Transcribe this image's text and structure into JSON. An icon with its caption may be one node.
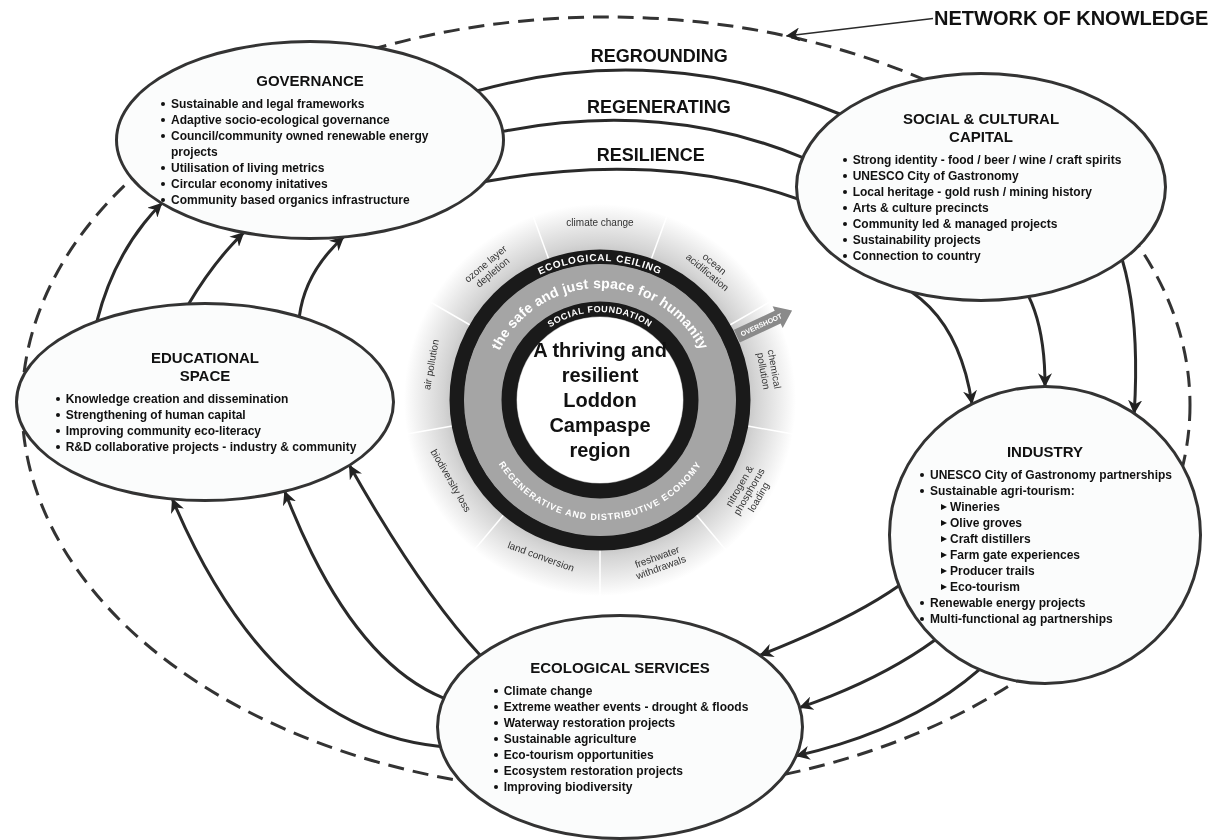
{
  "diagram": {
    "nodes": [
      {
        "text": [
          "GOVERNANCE",
          "Sustainable and legal frameworks",
          "Adaptive socio-ecological governance",
          "Council/community owned renewable energy projects",
          "Utilisation of living metrics",
          "Circular economy initatives",
          "Community based organics infrastructure"
        ]
      },
      {
        "text": [
          "SOCIAL & CULTURAL CAPITAL",
          "Strong identity - food / beer / wine / craft spirits",
          "UNESCO City of Gastronomy",
          "Local heritage - gold rush / mining history",
          "Arts & culture precincts",
          "Community led & managed projects",
          "Sustainability projects",
          "Connection to country"
        ]
      },
      {
        "text": [
          "EDUCATIONAL SPACE",
          "Knowledge creation and dissemination",
          "Strengthening of human capital",
          "Improving community eco-literacy",
          "R&D collaborative projects - industry & community"
        ]
      },
      {
        "text": [
          "INDUSTRY",
          "UNESCO City of Gastronomy partnerships",
          "Sustainable agri-tourism:",
          "Wineries",
          "Olive groves",
          "Craft distillers",
          "Farm gate experiences",
          "Producer trails",
          "Eco-tourism",
          "Renewable energy projects",
          "Multi-functional ag partnerships"
        ]
      },
      {
        "text": [
          "ECOLOGICAL SERVICES",
          "Climate change",
          "Extreme weather events - drought & floods",
          "Waterway restoration projects",
          "Sustainable agriculture",
          "Eco-tourism opportunities",
          "Ecosystem restoration projects",
          "Improving biodiversity"
        ]
      },
      {
        "text": [
          "A thriving and resilient Loddon Campaspe region"
        ]
      },
      {
        "text": [
          "NETWORK OF KNOWLEDGE"
        ]
      }
    ],
    "edges": [
      {
        "from": 0,
        "to": 1,
        "arrow": "none",
        "label": "REGROUNDING"
      },
      {
        "from": 0,
        "to": 1,
        "arrow": "none",
        "label": "REGENERATING"
      },
      {
        "from": 0,
        "to": 1,
        "arrow": "none",
        "label": "RESILIENCE"
      },
      {
        "from": 1,
        "to": 3,
        "arrow": "to"
      },
      {
        "from": 1,
        "to": 3,
        "arrow": "to"
      },
      {
        "from": 1,
        "to": 3,
        "arrow": "to"
      },
      {
        "from": 3,
        "to": 4,
        "arrow": "to"
      },
      {
        "from": 3,
        "to": 4,
        "arrow": "to"
      },
      {
        "from": 3,
        "to": 4,
        "arrow": "to"
      },
      {
        "from": 4,
        "to": 2,
        "arrow": "to"
      },
      {
        "from": 4,
        "to": 2,
        "arrow": "to"
      },
      {
        "from": 4,
        "to": 2,
        "arrow": "to"
      },
      {
        "from": 2,
        "to": 0,
        "arrow": "to"
      },
      {
        "from": 2,
        "to": 0,
        "arrow": "to"
      },
      {
        "from": 2,
        "to": 0,
        "arrow": "to"
      },
      {
        "from": 6,
        "to": null,
        "arrow": "to"
      }
    ],
    "labels": [
      "climate change",
      "ocean acidification",
      "ECOLOGICAL CEILING",
      "ozone layer depletion",
      "the safe and just space for humanity",
      "SOCIAL FOUNDATION",
      "OVERSHOOT",
      "air pollution",
      "chemical pollution",
      "biodiversity loss",
      "REGENERATIVE AND DISTRIBUTIVE ECONOMY",
      "nitrogen & phosphorus loading",
      "land conversion",
      "freshwater withdrawals"
    ]
  }
}
